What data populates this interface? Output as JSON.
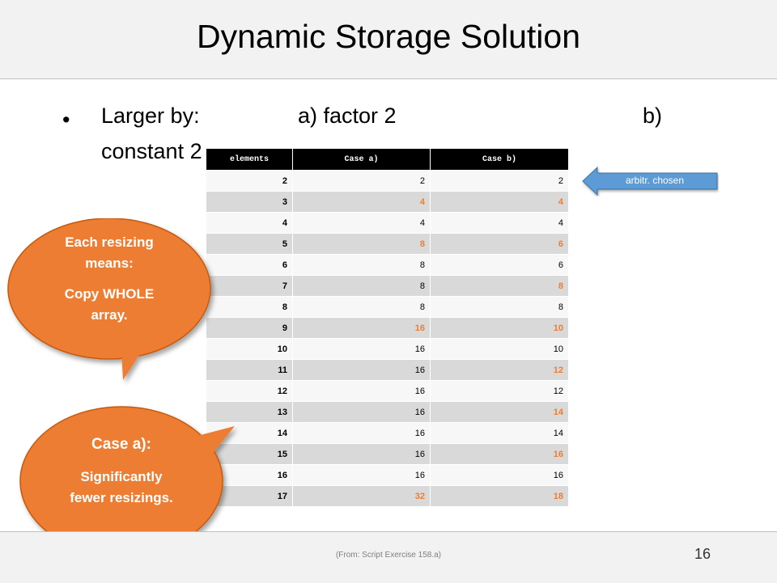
{
  "slide": {
    "title": "Dynamic Storage Solution",
    "bullet": {
      "part1": "Larger by:",
      "part2": "a) factor 2",
      "part3": "b)",
      "part4": "constant 2"
    },
    "footer_source": "(From: Script Exercise 158.a)",
    "page_number": "16"
  },
  "arrow": {
    "label": "arbitr. chosen"
  },
  "callout_top": {
    "line1": "Each resizing",
    "line2": "means:",
    "line3": "Copy WHOLE",
    "line4": "array."
  },
  "callout_bottom": {
    "line1": "Case a):",
    "line2": "Significantly",
    "line3": "fewer resizings."
  },
  "table": {
    "headers": [
      "elements",
      "Case a)",
      "Case b)"
    ],
    "rows": [
      {
        "cells": [
          "2",
          "2",
          "2"
        ],
        "highlight": [
          false,
          false,
          false
        ]
      },
      {
        "cells": [
          "3",
          "4",
          "4"
        ],
        "highlight": [
          false,
          true,
          true
        ]
      },
      {
        "cells": [
          "4",
          "4",
          "4"
        ],
        "highlight": [
          false,
          false,
          false
        ]
      },
      {
        "cells": [
          "5",
          "8",
          "6"
        ],
        "highlight": [
          false,
          true,
          true
        ]
      },
      {
        "cells": [
          "6",
          "8",
          "6"
        ],
        "highlight": [
          false,
          false,
          false
        ]
      },
      {
        "cells": [
          "7",
          "8",
          "8"
        ],
        "highlight": [
          false,
          false,
          true
        ]
      },
      {
        "cells": [
          "8",
          "8",
          "8"
        ],
        "highlight": [
          false,
          false,
          false
        ]
      },
      {
        "cells": [
          "9",
          "16",
          "10"
        ],
        "highlight": [
          false,
          true,
          true
        ]
      },
      {
        "cells": [
          "10",
          "16",
          "10"
        ],
        "highlight": [
          false,
          false,
          false
        ]
      },
      {
        "cells": [
          "11",
          "16",
          "12"
        ],
        "highlight": [
          false,
          false,
          true
        ]
      },
      {
        "cells": [
          "12",
          "16",
          "12"
        ],
        "highlight": [
          false,
          false,
          false
        ]
      },
      {
        "cells": [
          "13",
          "16",
          "14"
        ],
        "highlight": [
          false,
          false,
          true
        ]
      },
      {
        "cells": [
          "14",
          "16",
          "14"
        ],
        "highlight": [
          false,
          false,
          false
        ]
      },
      {
        "cells": [
          "15",
          "16",
          "16"
        ],
        "highlight": [
          false,
          false,
          true
        ]
      },
      {
        "cells": [
          "16",
          "16",
          "16"
        ],
        "highlight": [
          false,
          false,
          false
        ]
      },
      {
        "cells": [
          "17",
          "32",
          "18"
        ],
        "highlight": [
          false,
          true,
          true
        ]
      }
    ]
  },
  "colors": {
    "accent_orange": "#ed7d31",
    "arrow_blue": "#5b9bd5",
    "header_black": "#000000"
  }
}
